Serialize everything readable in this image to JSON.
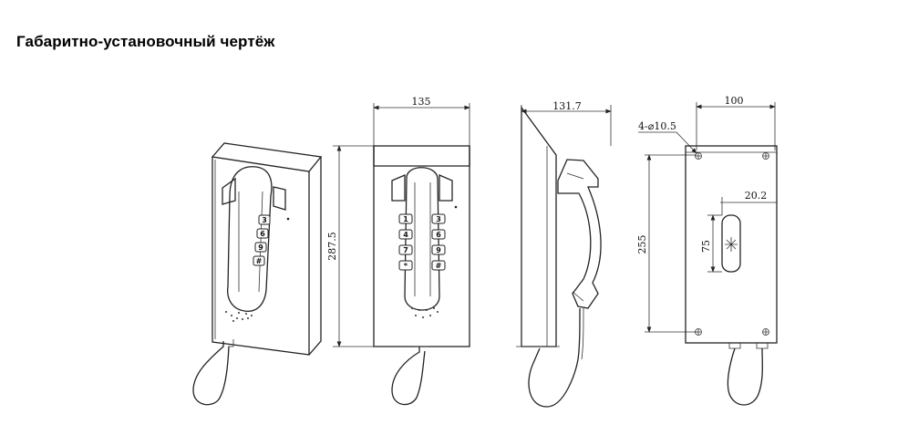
{
  "title": "Габаритно-установочный чертёж",
  "dimensions": {
    "front_width": "135",
    "front_height": "287.5",
    "side_depth": "131.7",
    "hole_spec": "4-⌀10.5",
    "back_width": "100",
    "back_hole_spacing": "255",
    "slot_height": "75",
    "slot_offset": "20.2"
  },
  "keypad": {
    "left": [
      "1",
      "4",
      "7",
      "*"
    ],
    "right": [
      "3",
      "6",
      "9",
      "#"
    ]
  }
}
